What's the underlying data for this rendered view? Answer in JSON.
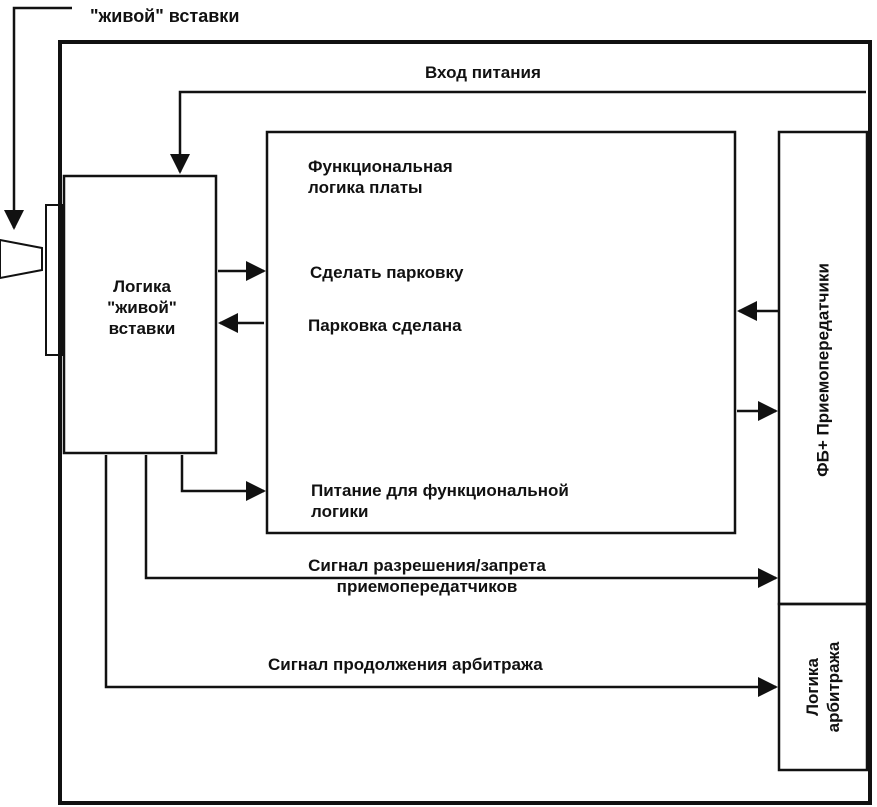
{
  "labels": {
    "hot_insert_label": "\"живой\" вставки",
    "power_input": "Вход питания",
    "functional_logic": "Функциональная\nлогика платы",
    "do_park": "Сделать парковку",
    "park_done": "Парковка сделана",
    "power_functional": "Питание для функциональной\nлогики",
    "hotswap_logic": "Логика\n\"живой\"\nвставки",
    "enable_disable": "Сигнал разрешения/запрета\nприемопередатчиков",
    "arbitration_continue": "Сигнал продолжения арбитража",
    "fb_transceivers": "ФБ+ Приемопередатчики",
    "arbitration_logic": "Логика\nарбитража"
  },
  "colors": {
    "line": "#111111",
    "background": "#ffffff"
  }
}
